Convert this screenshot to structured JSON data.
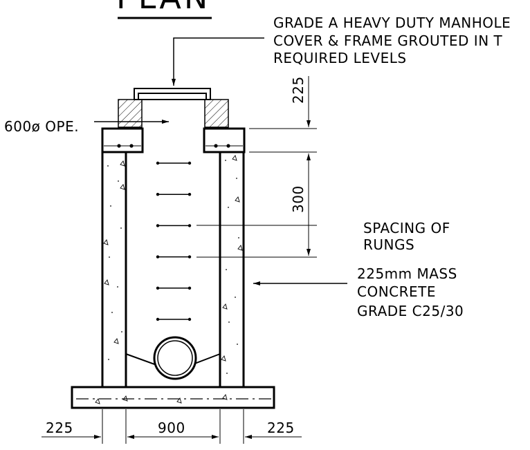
{
  "title": "PLAN",
  "notes": {
    "cover_line1": "GRADE A HEAVY DUTY MANHOLE",
    "cover_line2": "COVER & FRAME GROUTED IN T",
    "cover_line3": "REQUIRED LEVELS",
    "opening": "600ø OPE.",
    "rungs_line1": "SPACING OF",
    "rungs_line2": "RUNGS",
    "wall_line1": "225mm MASS",
    "wall_line2": "CONCRETE",
    "wall_line3": "GRADE C25/30"
  },
  "dimensions": {
    "cover_depth": "225",
    "rung_spacing": "300",
    "left_wall": "225",
    "inner_width": "900",
    "right_wall": "225"
  },
  "rung_count": 6
}
